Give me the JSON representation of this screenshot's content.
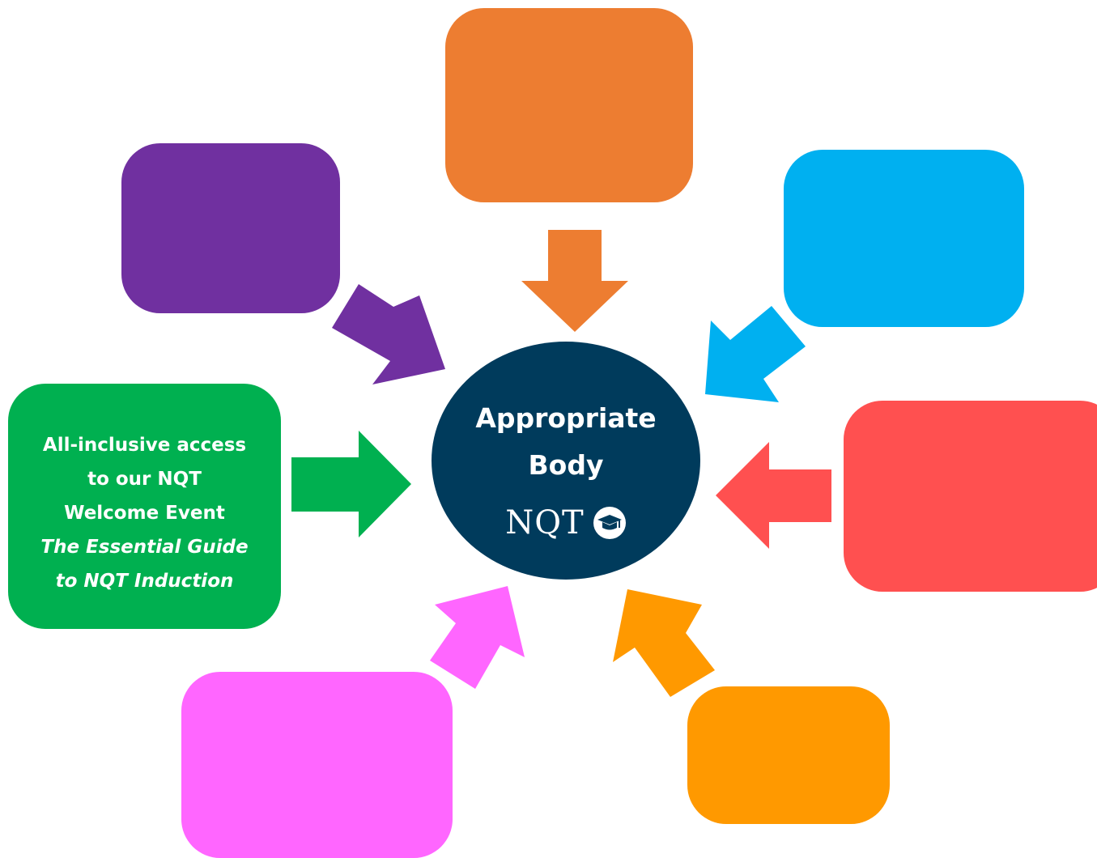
{
  "center": {
    "title_lines": [
      "Appropriate",
      "Body"
    ],
    "logo_text": "NQT",
    "logo_icon": "graduation-cap-icon",
    "color": "#003b5c"
  },
  "green_box": {
    "lines": [
      "All-inclusive access",
      "to our NQT",
      "Welcome Event"
    ],
    "italic_lines": [
      "The Essential Guide",
      "to NQT Induction"
    ],
    "color": "#00b050"
  },
  "colors": {
    "orange": "#ed7d31",
    "purple": "#7030a0",
    "blue": "#00b0f0",
    "red": "#ff5050",
    "green": "#00b050",
    "pink": "#ff66ff",
    "amber": "#ff9900"
  }
}
